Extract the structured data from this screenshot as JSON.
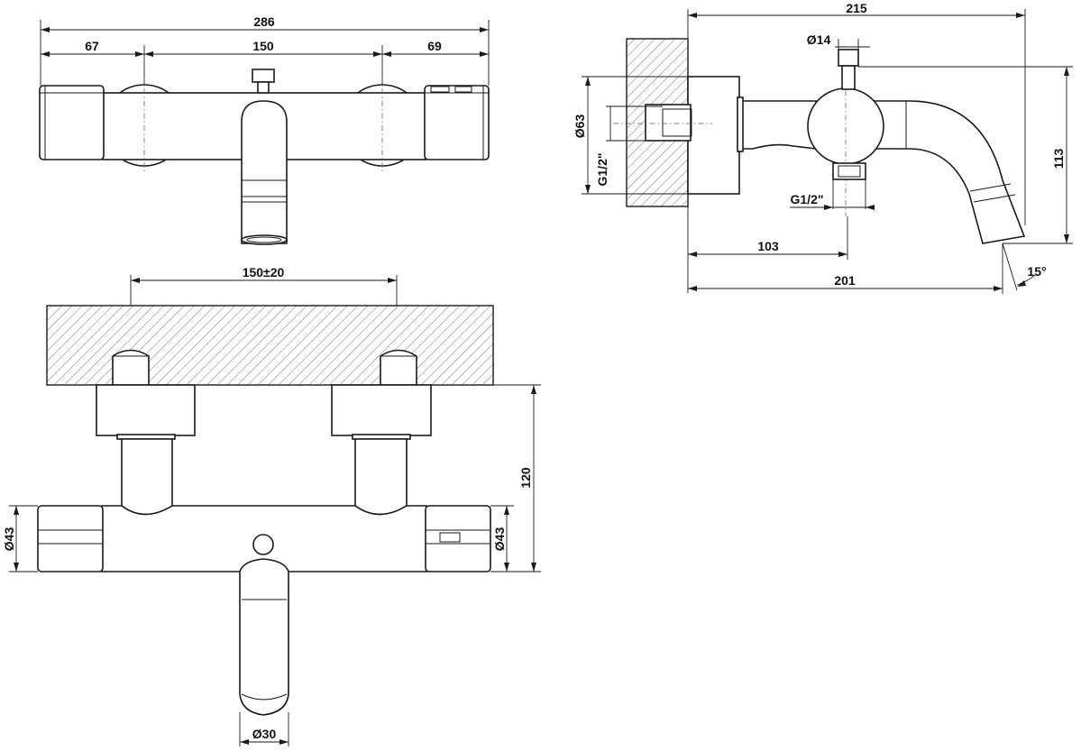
{
  "labels": {
    "front_overall": "286",
    "front_left": "67",
    "front_center": "150",
    "front_right": "69",
    "side_depth": "215",
    "side_knob_dia": "Ø14",
    "side_wall_dia": "Ø63",
    "side_thread_left": "G1/2\"",
    "side_thread_bottom": "G1/2\"",
    "side_height": "113",
    "side_axis": "103",
    "side_reach": "201",
    "side_angle": "15°",
    "top_centers": "150±20",
    "top_height": "120",
    "top_dia_left": "Ø43",
    "top_dia_right": "Ø43",
    "top_spout_dia": "Ø30"
  }
}
